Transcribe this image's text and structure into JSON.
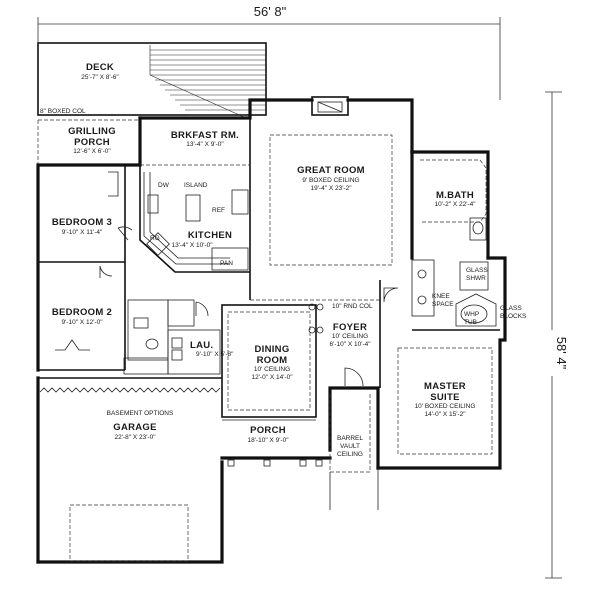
{
  "dimensions": {
    "width": "56' 8\"",
    "depth": "58' 4\""
  },
  "rooms": {
    "deck": {
      "name": "DECK",
      "size": "25'-7\" X 8'-6\""
    },
    "boxed_col_note": "8\" BOXED COL",
    "grilling_porch": {
      "name": "GRILLING",
      "name2": "PORCH",
      "size": "12'-6\" X 6'-0\""
    },
    "brkfast": {
      "name": "BRKFAST RM.",
      "size": "13'-4\" X 9'-0\""
    },
    "great_room": {
      "name": "GREAT ROOM",
      "note": "9' BOXED CEILING",
      "size": "19'-4\" X 23'-2\""
    },
    "m_bath": {
      "name": "M.BATH",
      "size": "10'-2\" X 22'-4\""
    },
    "bedroom3": {
      "name": "BEDROOM 3",
      "size": "9'-10\" X 11'-4\""
    },
    "kitchen": {
      "name": "KITCHEN",
      "size": "13'-4\" X 10'-0\""
    },
    "bedroom2": {
      "name": "BEDROOM 2",
      "size": "9'-10\" X 12'-0\""
    },
    "lau": {
      "name": "LAU.",
      "size": "9'-10\" X 5'-8\""
    },
    "dining": {
      "name": "DINING",
      "name2": "ROOM",
      "note": "10' CEILING",
      "size": "12'-0\" X 14'-0\""
    },
    "rnd_col_note": "10\" RND COL",
    "foyer": {
      "name": "FOYER",
      "note": "10' CEILING",
      "size": "6'-10\" X 10'-4\""
    },
    "master": {
      "name": "MASTER",
      "name2": "SUITE",
      "note": "10' BOXED CEILING",
      "size": "14'-0\" X 15'-2\""
    },
    "garage": {
      "name": "GARAGE",
      "size": "22'-8\" X 23'-0\""
    },
    "basement_note": "BASEMENT OPTIONS",
    "porch": {
      "name": "PORCH",
      "size": "18'-10\" X 9'-0\""
    },
    "barrel": {
      "line1": "BARREL",
      "line2": "VAULT",
      "line3": "CEILING"
    }
  },
  "fixtures": {
    "dw": "DW",
    "island": "ISLAND",
    "ref": "REF",
    "rg": "RG",
    "pan": "PAN",
    "glass_shwr": [
      "GLASS",
      "SHWR"
    ],
    "knee_space": [
      "KNEE",
      "SPACE"
    ],
    "whp_tub": [
      "WHP",
      "TUB"
    ],
    "glass_blocks": [
      "GLASS",
      "BLOCKS"
    ]
  }
}
